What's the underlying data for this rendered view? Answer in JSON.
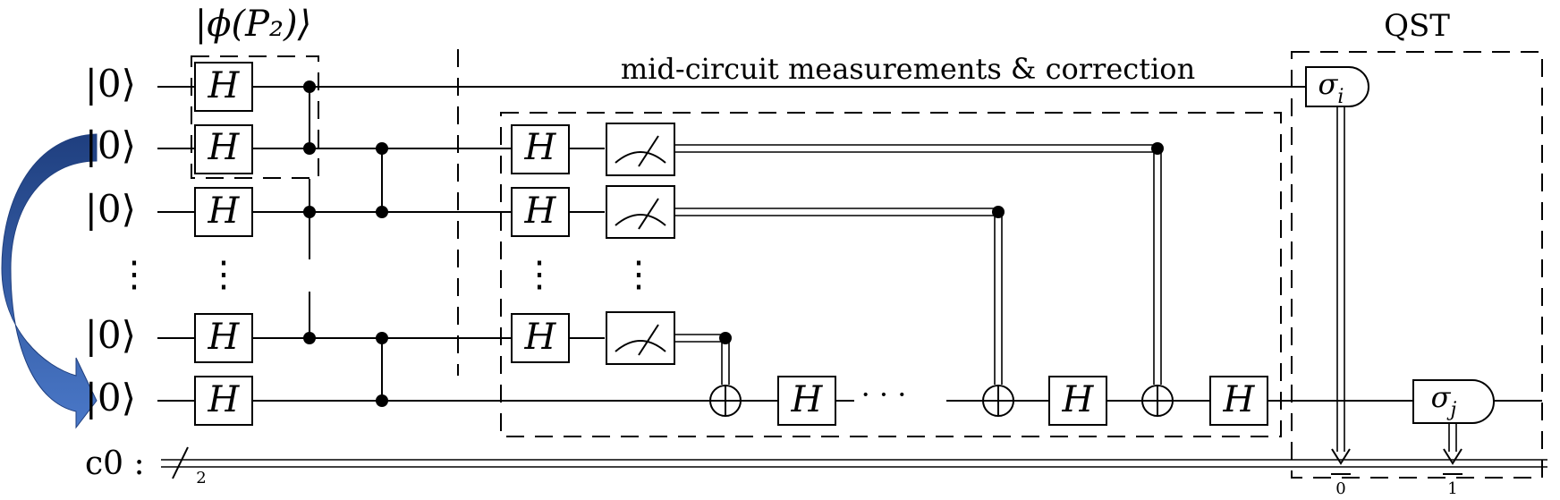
{
  "state_label": "|ϕ(P₂)⟩",
  "qst_label": "QST",
  "mid_circuit_label": "mid-circuit measurements & correction",
  "qubit_labels": [
    "|0⟩",
    "|0⟩",
    "|0⟩",
    "|0⟩",
    "|0⟩"
  ],
  "vdots": "⋮",
  "classical_register": "c0 :",
  "register_size": "2",
  "hadamard": "H",
  "sigma_i": "σ",
  "sigma_i_sub": "i",
  "sigma_j": "σ",
  "sigma_j_sub": "j",
  "ellipsis": "· · ·",
  "bit_indices": [
    "0",
    "1"
  ],
  "colors": {
    "arrow_top": "#1f3f7f",
    "arrow_bottom": "#4a78c8"
  }
}
